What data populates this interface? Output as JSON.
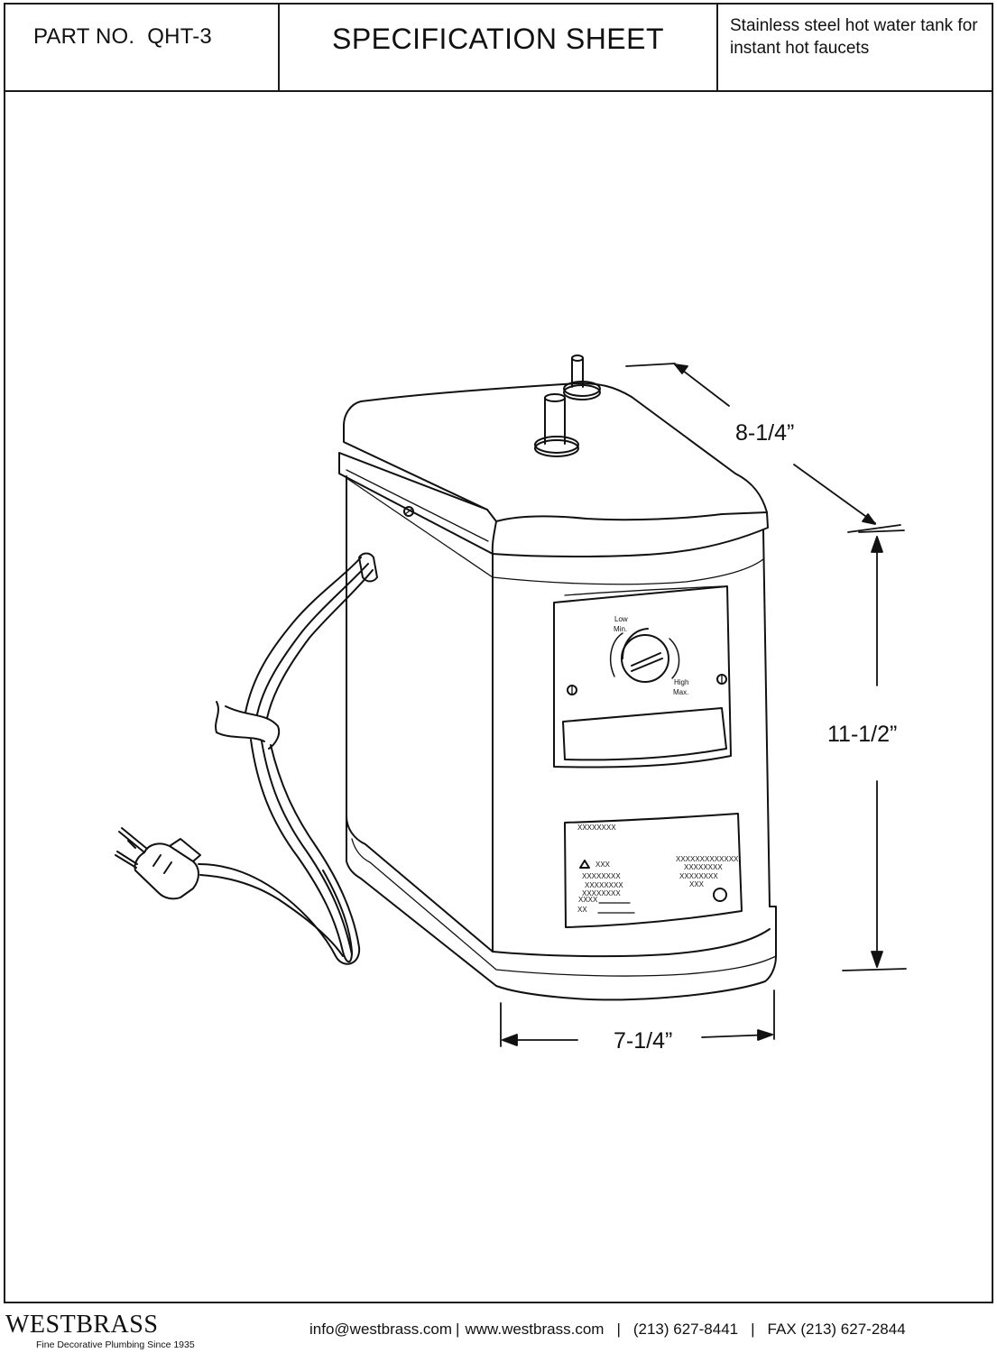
{
  "header": {
    "part_label": "PART NO.",
    "part_number": "QHT-3",
    "title": "SPECIFICATION SHEET",
    "description": "Stainless steel hot water tank for instant hot faucets"
  },
  "drawing": {
    "dimensions": {
      "depth": "8-1/4”",
      "height": "11-1/2”",
      "width": "7-1/4”"
    },
    "dial_labels": {
      "low": "Low",
      "min": "Min.",
      "high": "High",
      "max": "Max."
    },
    "label_plate": {
      "line1": "XXXXXXXX",
      "warning": "XXX",
      "left_block": [
        "XXXXXXXX",
        "XXXXXXXX",
        "XXXXXXXX"
      ],
      "field1": "XXXX",
      "field2": "XX",
      "right_block": [
        "XXXXXXXXXXXXX",
        "XXXXXXXX",
        "XXXXXXXX",
        "XXX"
      ]
    }
  },
  "footer": {
    "brand": "WESTBRASS",
    "tagline": "Fine Decorative Plumbing Since 1935",
    "email": "info@westbrass.com",
    "website": "www.westbrass.com",
    "phone": "(213) 627-8441",
    "fax": "FAX (213) 627-2844",
    "separator": "|"
  }
}
